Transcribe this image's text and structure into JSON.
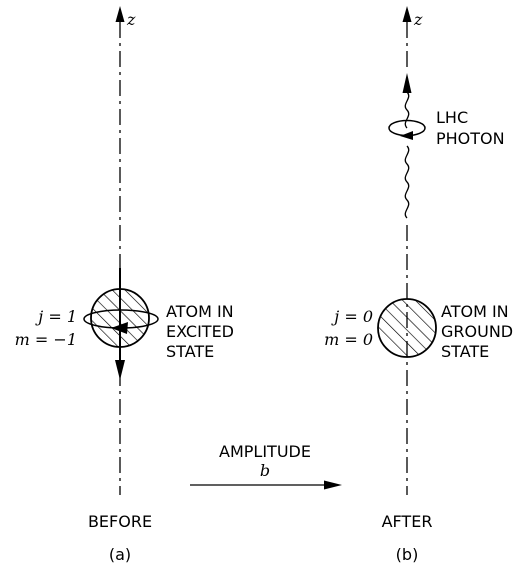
{
  "left": {
    "axis_label": "z",
    "j_eq": "j = 1",
    "m_eq": "m = −1",
    "atom_label": [
      "ATOM IN",
      "EXCITED",
      "STATE"
    ],
    "caption": "BEFORE",
    "sub": "(a)"
  },
  "right": {
    "axis_label": "z",
    "j_eq": "j = 0",
    "m_eq": "m = 0",
    "atom_label": [
      "ATOM IN",
      "GROUND",
      "STATE"
    ],
    "photon_label": [
      "LHC",
      "PHOTON"
    ],
    "caption": "AFTER",
    "sub": "(b)"
  },
  "transition": {
    "label": "AMPLITUDE",
    "symbol": "b"
  }
}
